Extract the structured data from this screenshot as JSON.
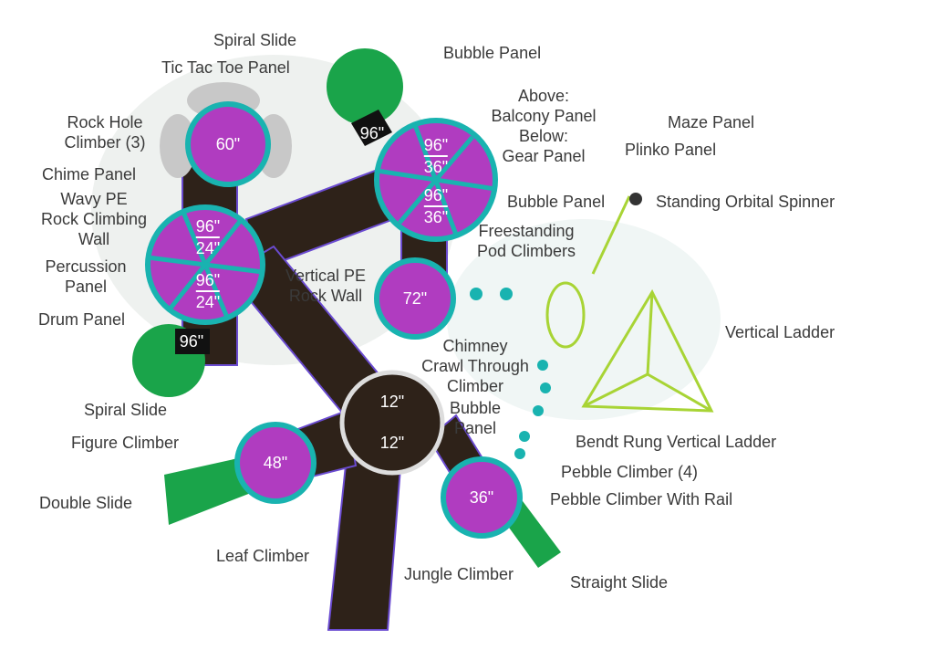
{
  "labels": {
    "spiral_slide_top": "Spiral Slide",
    "tic_tac_toe": "Tic Tac Toe Panel",
    "bubble_panel_top": "Bubble Panel",
    "above": "Above:",
    "balcony_panel": "Balcony Panel",
    "below": "Below:",
    "gear_panel": "Gear Panel",
    "maze_panel": "Maze Panel",
    "plinko_panel": "Plinko Panel",
    "rock_hole_1": "Rock Hole",
    "rock_hole_2": "Climber (3)",
    "chime_panel": "Chime Panel",
    "wavy_1": "Wavy PE",
    "wavy_2": "Rock Climbing",
    "wavy_3": "Wall",
    "bubble_panel_mid": "Bubble Panel",
    "orbital_spinner": "Standing Orbital Spinner",
    "freestanding_1": "Freestanding",
    "freestanding_2": "Pod Climbers",
    "percussion_1": "Percussion",
    "percussion_2": "Panel",
    "vertical_pe_1": "Vertical PE",
    "vertical_pe_2": "Rock Wall",
    "drum_panel": "Drum Panel",
    "vertical_ladder": "Vertical Ladder",
    "chimney_1": "Chimney",
    "chimney_2": "Crawl Through",
    "chimney_3": "Climber",
    "bubble_low_1": "Bubble",
    "bubble_low_2": "Panel",
    "spiral_slide_bottom": "Spiral Slide",
    "figure_climber": "Figure Climber",
    "bendt_rung": "Bendt Rung Vertical Ladder",
    "pebble_climber": "Pebble Climber (4)",
    "double_slide": "Double Slide",
    "pebble_rail": "Pebble Climber With Rail",
    "leaf_climber": "Leaf Climber",
    "jungle_climber": "Jungle Climber",
    "straight_slide": "Straight Slide"
  },
  "decks": {
    "d60": "60\"",
    "slide96_top": "96\"",
    "d96a_top": "96\"",
    "d96a_bot": "36\"",
    "d96b_top": "96\"",
    "d96b_bot": "36\"",
    "d96c_top": "96\"",
    "d96c_bot": "24\"",
    "d96d_top": "96\"",
    "d96d_bot": "24\"",
    "d72": "72\"",
    "slide96_left": "96\"",
    "hub_top": "12\"",
    "hub_bot": "12\"",
    "d48": "48\"",
    "d36": "36\""
  },
  "colors": {
    "deck_roof": "#b03cc0",
    "deck_rim": "#19b3b0",
    "walkway": "#2e2219",
    "slide": "#1aa44a",
    "frame": "#a8d435"
  }
}
